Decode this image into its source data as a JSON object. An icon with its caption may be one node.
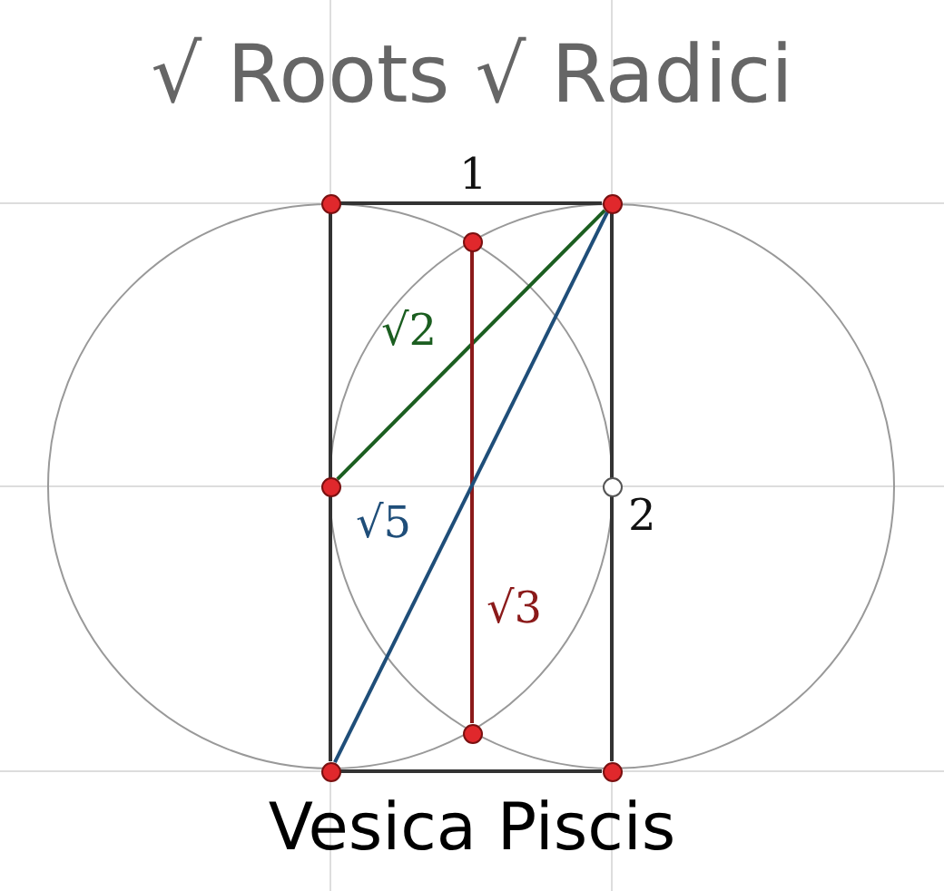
{
  "diagram": {
    "title": "√ Roots √ Radici",
    "caption": "Vesica Piscis",
    "nodes": [
      {
        "text": [],
        "shape": "circle"
      },
      {
        "text": [],
        "shape": "circle"
      },
      {
        "text": [],
        "shape": "circle"
      },
      {
        "text": [],
        "shape": "circle"
      },
      {
        "text": [],
        "shape": "circle"
      },
      {
        "text": [],
        "shape": "circle"
      },
      {
        "text": [],
        "shape": "circle"
      },
      {
        "text": [],
        "shape": "circle"
      }
    ],
    "edges": [
      {
        "from": 0,
        "to": 1,
        "arrow": "none",
        "label": "1"
      },
      {
        "from": 0,
        "to": 6,
        "arrow": "none"
      },
      {
        "from": 1,
        "to": 7,
        "arrow": "none",
        "label": "2"
      },
      {
        "from": 6,
        "to": 7,
        "arrow": "none"
      },
      {
        "from": 3,
        "to": 1,
        "arrow": "none",
        "label": "√2",
        "color": "#1b5e20"
      },
      {
        "from": 2,
        "to": 5,
        "arrow": "none",
        "label": "√3",
        "color": "#8b1a1a"
      },
      {
        "from": 6,
        "to": 1,
        "arrow": "none",
        "label": "√5",
        "color": "#1f4e79"
      }
    ]
  }
}
